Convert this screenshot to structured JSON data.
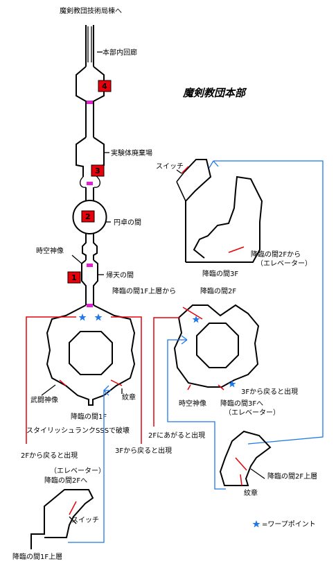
{
  "title": "魔剣教団本部",
  "labels": {
    "top_exit": "魔剣教団技術局棟へ",
    "corridor": "本部内回廊",
    "disposal": "実験体廃棄場",
    "round_table": "円卓の間",
    "time_statue": "時空神像",
    "return_hall": "帰天の間",
    "switch_3f": "スイッチ",
    "from_2f": "降臨の間2Fから",
    "from_2f_elev": "（エレベーター）",
    "hall_3f": "降臨の間3F",
    "hall_1f_upper_from": "降臨の間1F上層から",
    "hall_2f": "降臨の間2F",
    "from_3f_appear_r": "3Fから戻ると出現",
    "time_statue_2f": "時空神像",
    "to_3f": "降臨の間3Fへ",
    "to_3f_elev": "（エレベーター）",
    "emblem_1f": "紋章",
    "war_statue": "武闘神像",
    "hall_1f": "降臨の間1F",
    "stylish": "スタイリッシュランクSSSで破壊",
    "go_2f_appear": "2Fにあがると出現",
    "from_2f_appear": "2Fから戻ると出現",
    "from_3f_appear": "3Fから戻ると出現",
    "hall_2f_upper": "降臨の間2F上層",
    "emblem_2f": "紋章",
    "elev_bl": "（エレベーター）",
    "to_2f_bl": "降臨の間2Fへ",
    "switch_bl": "スイッチ",
    "hall_1f_upper": "降臨の間1F上層",
    "legend": "=ワープポイント"
  },
  "markers": [
    "4",
    "3",
    "2",
    "1"
  ],
  "colors": {
    "wall": "#000000",
    "barrier": "#e8000a",
    "warp_path": "#1e78e6",
    "door": "#e020d0",
    "marker_fill": "#e8000a",
    "warp_star": "#1e78e6"
  },
  "icons": {
    "warp_point": "blue-star-icon"
  }
}
